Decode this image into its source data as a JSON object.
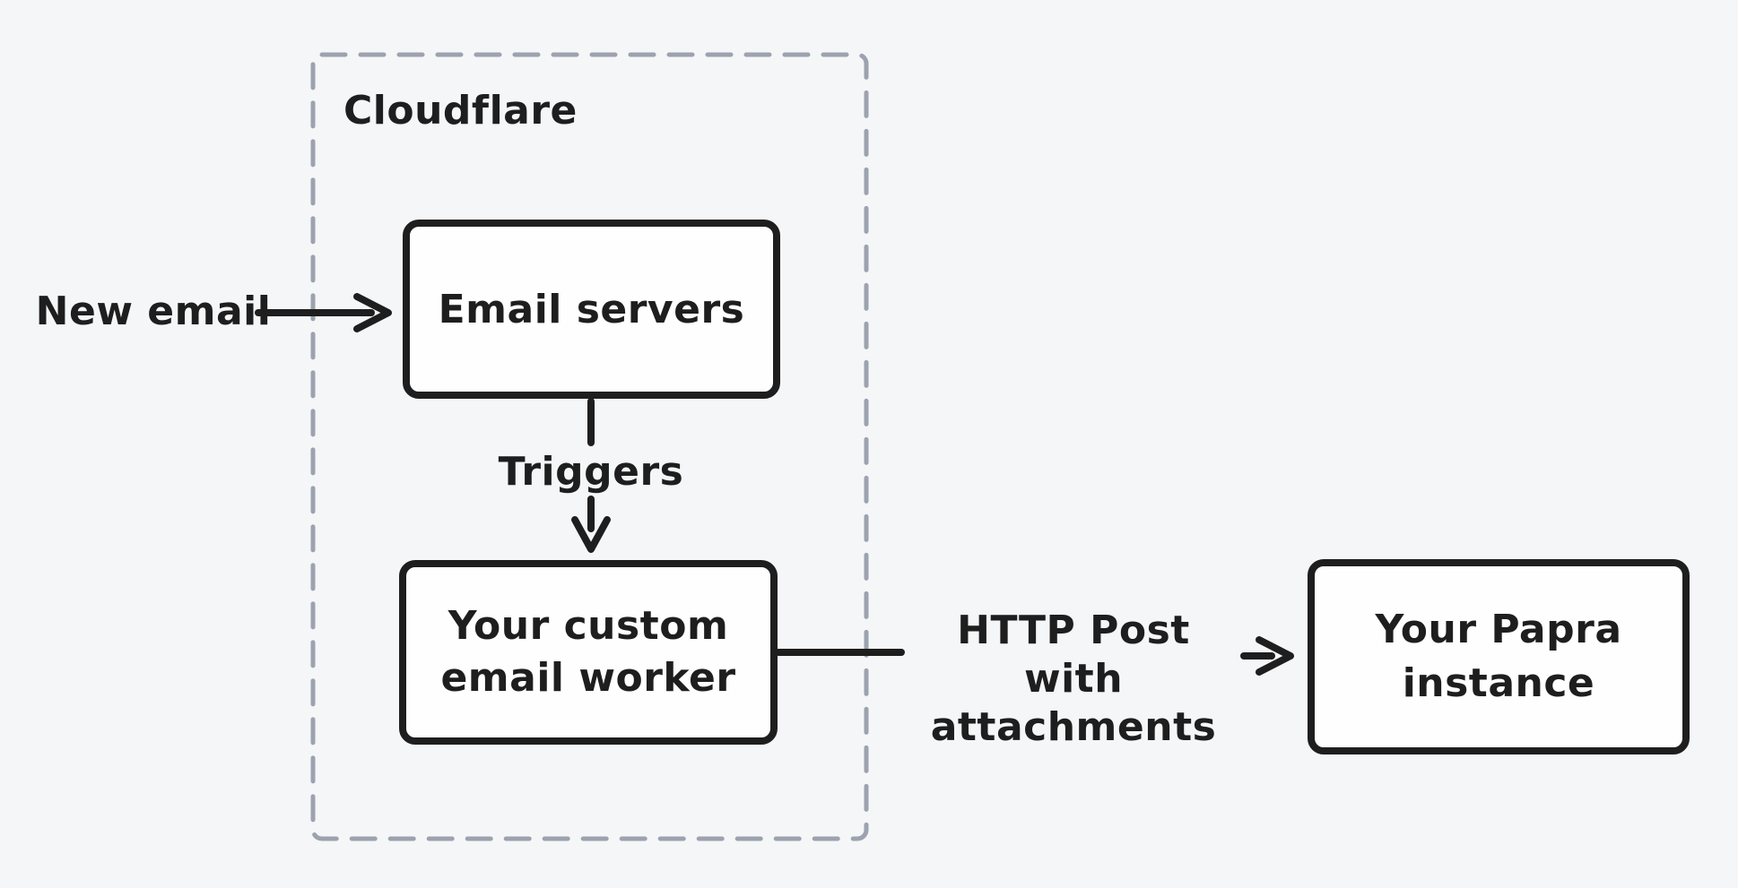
{
  "colors": {
    "background": "#f5f6f8",
    "stroke": "#1e1e1e",
    "container_border": "#9ca3af",
    "node_fill": "#fefefe",
    "text": "#1e1e1e"
  },
  "container": {
    "label": "Cloudflare"
  },
  "nodes": {
    "email_servers": {
      "label": "Email servers"
    },
    "email_worker": {
      "line1": "Your custom",
      "line2": "email worker"
    },
    "papra_instance": {
      "line1": "Your Papra",
      "line2": "instance"
    }
  },
  "edges": {
    "new_email": {
      "label": "New email"
    },
    "triggers": {
      "label": "Triggers"
    },
    "http_post": {
      "line1": "HTTP Post",
      "line2": "with attachments"
    }
  }
}
